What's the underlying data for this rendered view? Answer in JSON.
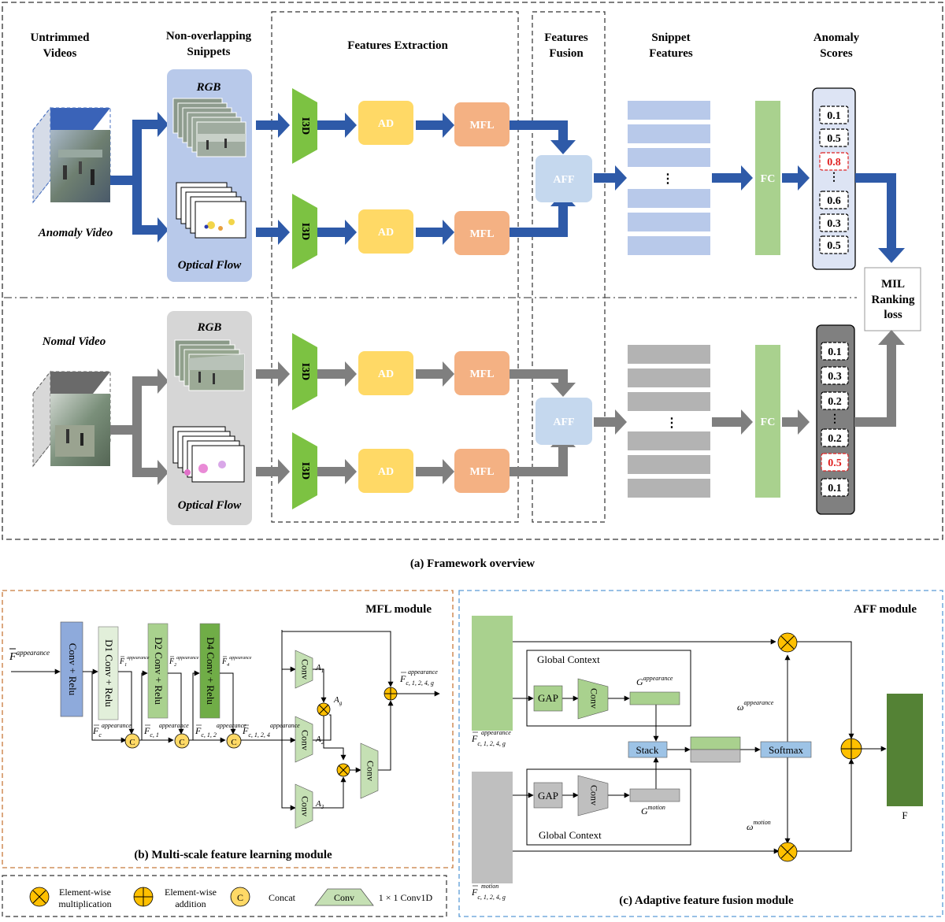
{
  "overview": {
    "headers": {
      "untrimmed": [
        "Untrimmed",
        "Videos"
      ],
      "snippets": [
        "Non-overlapping",
        "Snippets"
      ],
      "extraction": "Features Extraction",
      "fusion": [
        "Features",
        "Fusion"
      ],
      "snippet_features": [
        "Snippet",
        "Features"
      ],
      "anomaly_scores": [
        "Anomaly",
        "Scores"
      ]
    },
    "anomaly_video_label": "Anomaly Video",
    "normal_video_label": "Nomal Video",
    "rgb_label": "RGB",
    "flow_label": "Optical Flow",
    "i3d_label": "I3D",
    "ad_label": "AD",
    "mfl_label": "MFL",
    "aff_label": "AFF",
    "fc_label": "FC",
    "ellipsis": "⋮",
    "mil_label": [
      "MIL",
      "Ranking",
      "loss"
    ],
    "anomaly_scores": [
      "0.1",
      "0.5",
      "0.8",
      "⋮",
      "0.6",
      "0.3",
      "0.5"
    ],
    "normal_scores": [
      "0.1",
      "0.3",
      "0.2",
      "⋮",
      "0.2",
      "0.5",
      "0.1"
    ],
    "caption": "(a) Framework overview",
    "colors": {
      "anomaly_arrow": "#2e5aa8",
      "normal_arrow": "#7f7f7f",
      "highlight_score": "#e02020",
      "i3d": "#7cc242",
      "ad": "#ffd966",
      "mfl": "#f4b183",
      "aff": "#c5d8ee",
      "fc": "#a9d18e"
    }
  },
  "mfl": {
    "title": "MFL module",
    "input": {
      "base": "F",
      "sup": "appearance"
    },
    "conv_relu": "Conv + Relu",
    "d1": "D1 Conv + Relu",
    "d2": "D2 Conv + Relu",
    "d4": "D4 Conv + Relu",
    "f1": {
      "base": "F",
      "sub": "1",
      "sup": "appearance"
    },
    "f2": {
      "base": "F",
      "sub": "2",
      "sup": "appearance"
    },
    "f4": {
      "base": "F",
      "sub": "4",
      "sup": "appearance"
    },
    "fc": {
      "base": "F",
      "sub": "c",
      "sup": "appearance"
    },
    "fc1": {
      "base": "F",
      "sub": "c, 1",
      "sup": "appearance"
    },
    "fc12": {
      "base": "F",
      "sub": "c, 1, 2",
      "sup": "appearance"
    },
    "fc124": {
      "base": "F",
      "sub": "c, 1, 2, 4",
      "sup": "appearance"
    },
    "out": {
      "base": "F",
      "sub": "c, 1, 2, 4, g",
      "sup": "appearance"
    },
    "conv": "Conv",
    "concat_symbol": "C",
    "a1": {
      "base": "A",
      "sub": "1"
    },
    "a2": {
      "base": "A",
      "sub": "2"
    },
    "a3": {
      "base": "A",
      "sub": "3"
    },
    "ag": {
      "base": "A",
      "sub": "g"
    },
    "caption": "(b) Multi-scale feature learning module"
  },
  "aff": {
    "title": "AFF module",
    "global_context": "Global Context",
    "gap": "GAP",
    "conv": "Conv",
    "g_app": {
      "base": "G",
      "sup": "appearance"
    },
    "g_mot": {
      "base": "G",
      "sup": "motion"
    },
    "stack": "Stack",
    "softmax": "Softmax",
    "w_app": {
      "base": "ω",
      "sup": "appearance"
    },
    "w_mot": {
      "base": "ω",
      "sup": "motion"
    },
    "in_app": {
      "base": "F",
      "sub": "c, 1, 2, 4, g",
      "sup": "appearance"
    },
    "in_mot": {
      "base": "F",
      "sub": "c, 1, 2, 4, g",
      "sup": "motion"
    },
    "output": "F",
    "caption": "(c) Adaptive feature fusion module"
  },
  "legend": {
    "mult": [
      "Element-wise",
      "multiplication"
    ],
    "add": [
      "Element-wise",
      "addition"
    ],
    "concat_symbol": "C",
    "concat": "Concat",
    "conv_symbol": "Conv",
    "conv": "1 × 1 Conv1D"
  }
}
